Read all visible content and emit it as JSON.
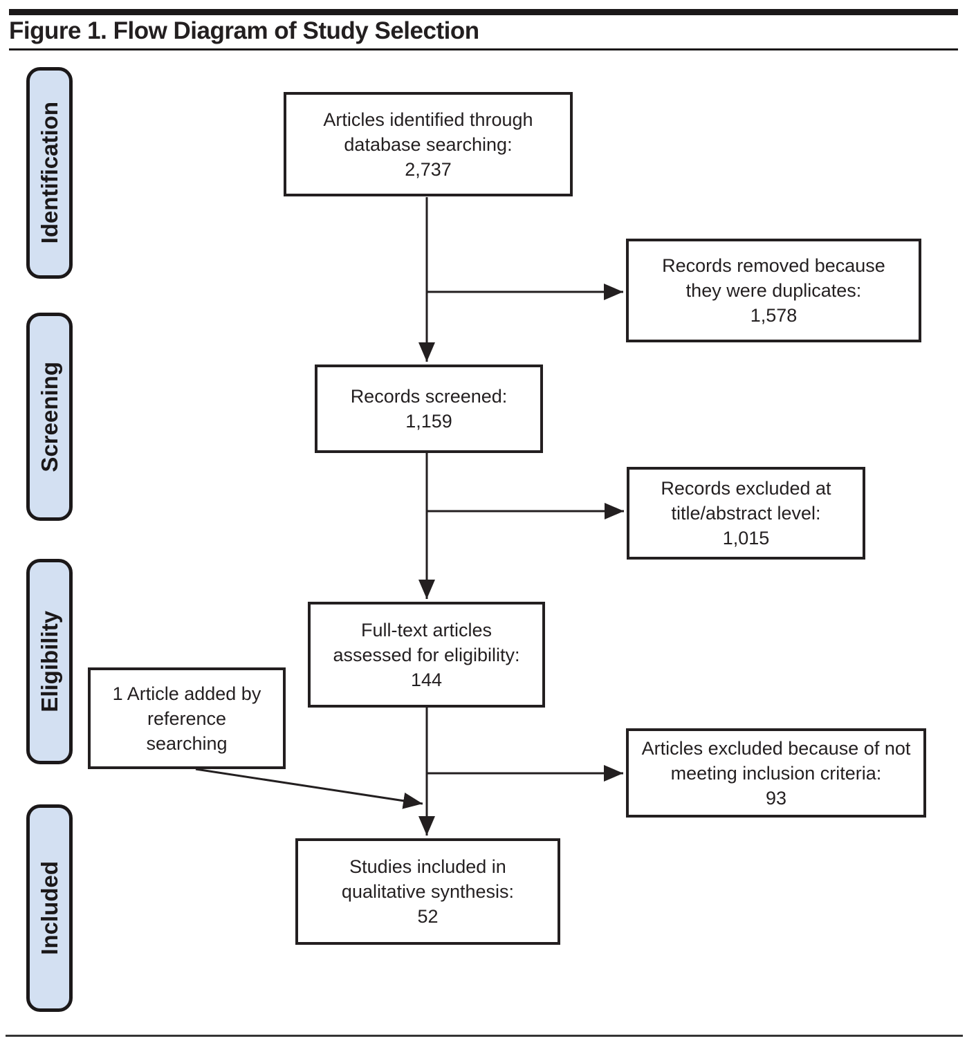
{
  "figure": {
    "title": "Figure 1. Flow Diagram of Study Selection"
  },
  "stages": {
    "identification": {
      "label": "Identification"
    },
    "screening": {
      "label": "Screening"
    },
    "eligibility": {
      "label": "Eligibility"
    },
    "included": {
      "label": "Included"
    }
  },
  "boxes": {
    "identified": {
      "label": "Articles identified through\ndatabase searching:",
      "value": "2,737"
    },
    "duplicates": {
      "label": "Records removed because\nthey were duplicates:",
      "value": "1,578"
    },
    "screened": {
      "label": "Records screened:",
      "value": "1,159"
    },
    "excluded_title_abstract": {
      "label": "Records excluded at\ntitle/abstract level:",
      "value": "1,015"
    },
    "fulltext": {
      "label": "Full-text articles\nassessed for eligibility:",
      "value": "144"
    },
    "reference_added": {
      "label": "1 Article added by\nreference\nsearching"
    },
    "excluded_criteria": {
      "label": "Articles excluded because of not\nmeeting inclusion criteria:",
      "value": "93"
    },
    "included_synthesis": {
      "label": "Studies included in\nqualitative synthesis:",
      "value": "52"
    }
  },
  "colors": {
    "stage_fill": "#d3e0f2",
    "line": "#231f20",
    "text": "#231f20"
  }
}
